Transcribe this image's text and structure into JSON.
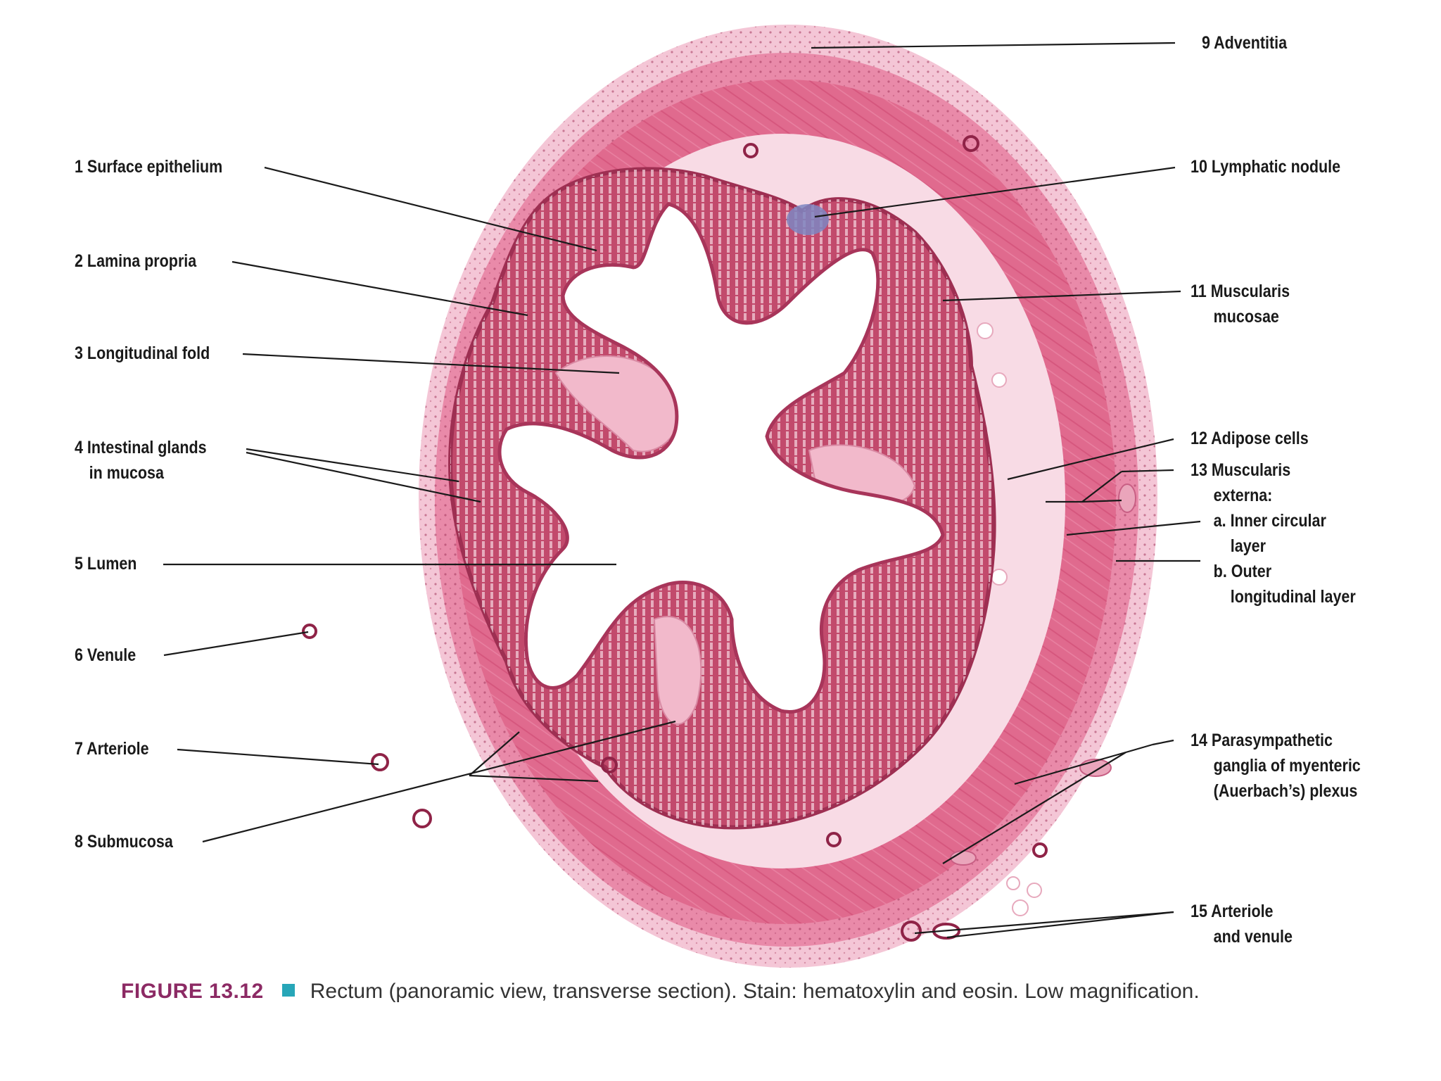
{
  "figure": {
    "number": "FIGURE 13.12",
    "caption": "Rectum (panoramic view, transverse section). Stain: hematoxylin and eosin. Low magnification."
  },
  "labels": [
    {
      "id": "surface-epithelium",
      "lines": [
        "1 Surface epithelium"
      ]
    },
    {
      "id": "lamina-propria",
      "lines": [
        "2 Lamina propria"
      ]
    },
    {
      "id": "longitudinal-fold",
      "lines": [
        "3 Longitudinal fold"
      ]
    },
    {
      "id": "intestinal-glands",
      "lines": [
        "4 Intestinal glands",
        "in mucosa"
      ]
    },
    {
      "id": "lumen",
      "lines": [
        "5 Lumen"
      ]
    },
    {
      "id": "venule",
      "lines": [
        "6 Venule"
      ]
    },
    {
      "id": "arteriole",
      "lines": [
        "7 Arteriole"
      ]
    },
    {
      "id": "submucosa",
      "lines": [
        "8 Submucosa"
      ]
    },
    {
      "id": "adventitia",
      "lines": [
        "9 Adventitia"
      ]
    },
    {
      "id": "lymphatic-nodule",
      "lines": [
        "10 Lymphatic nodule"
      ]
    },
    {
      "id": "muscularis-mucosae",
      "lines": [
        "11 Muscularis",
        "mucosae"
      ]
    },
    {
      "id": "adipose-cells",
      "lines": [
        "12 Adipose cells"
      ]
    },
    {
      "id": "muscularis-externa",
      "lines": [
        "13 Muscularis",
        "externa:",
        "a. Inner circular",
        "layer",
        "b. Outer",
        "longitudinal layer"
      ]
    },
    {
      "id": "parasympathetic-ganglia",
      "lines": [
        "14 Parasympathetic",
        "ganglia of myenteric",
        "(Auerbach’s) plexus"
      ]
    },
    {
      "id": "arteriole-venule",
      "lines": [
        "15 Arteriole",
        "and venule"
      ]
    }
  ],
  "colors": {
    "outer_tissue": "#f4c6d6",
    "muscle": "#e06a8e",
    "muscle_dark": "#cf4a74",
    "submucosa": "#f8dbe5",
    "mucosa": "#c24a6c",
    "lamina": "#f2b9cb",
    "lumen": "#ffffff",
    "nodule": "#7e86c2",
    "leader": "#1a1a1a",
    "figure_number": "#8c2a64",
    "caption_square": "#27a6b8"
  }
}
